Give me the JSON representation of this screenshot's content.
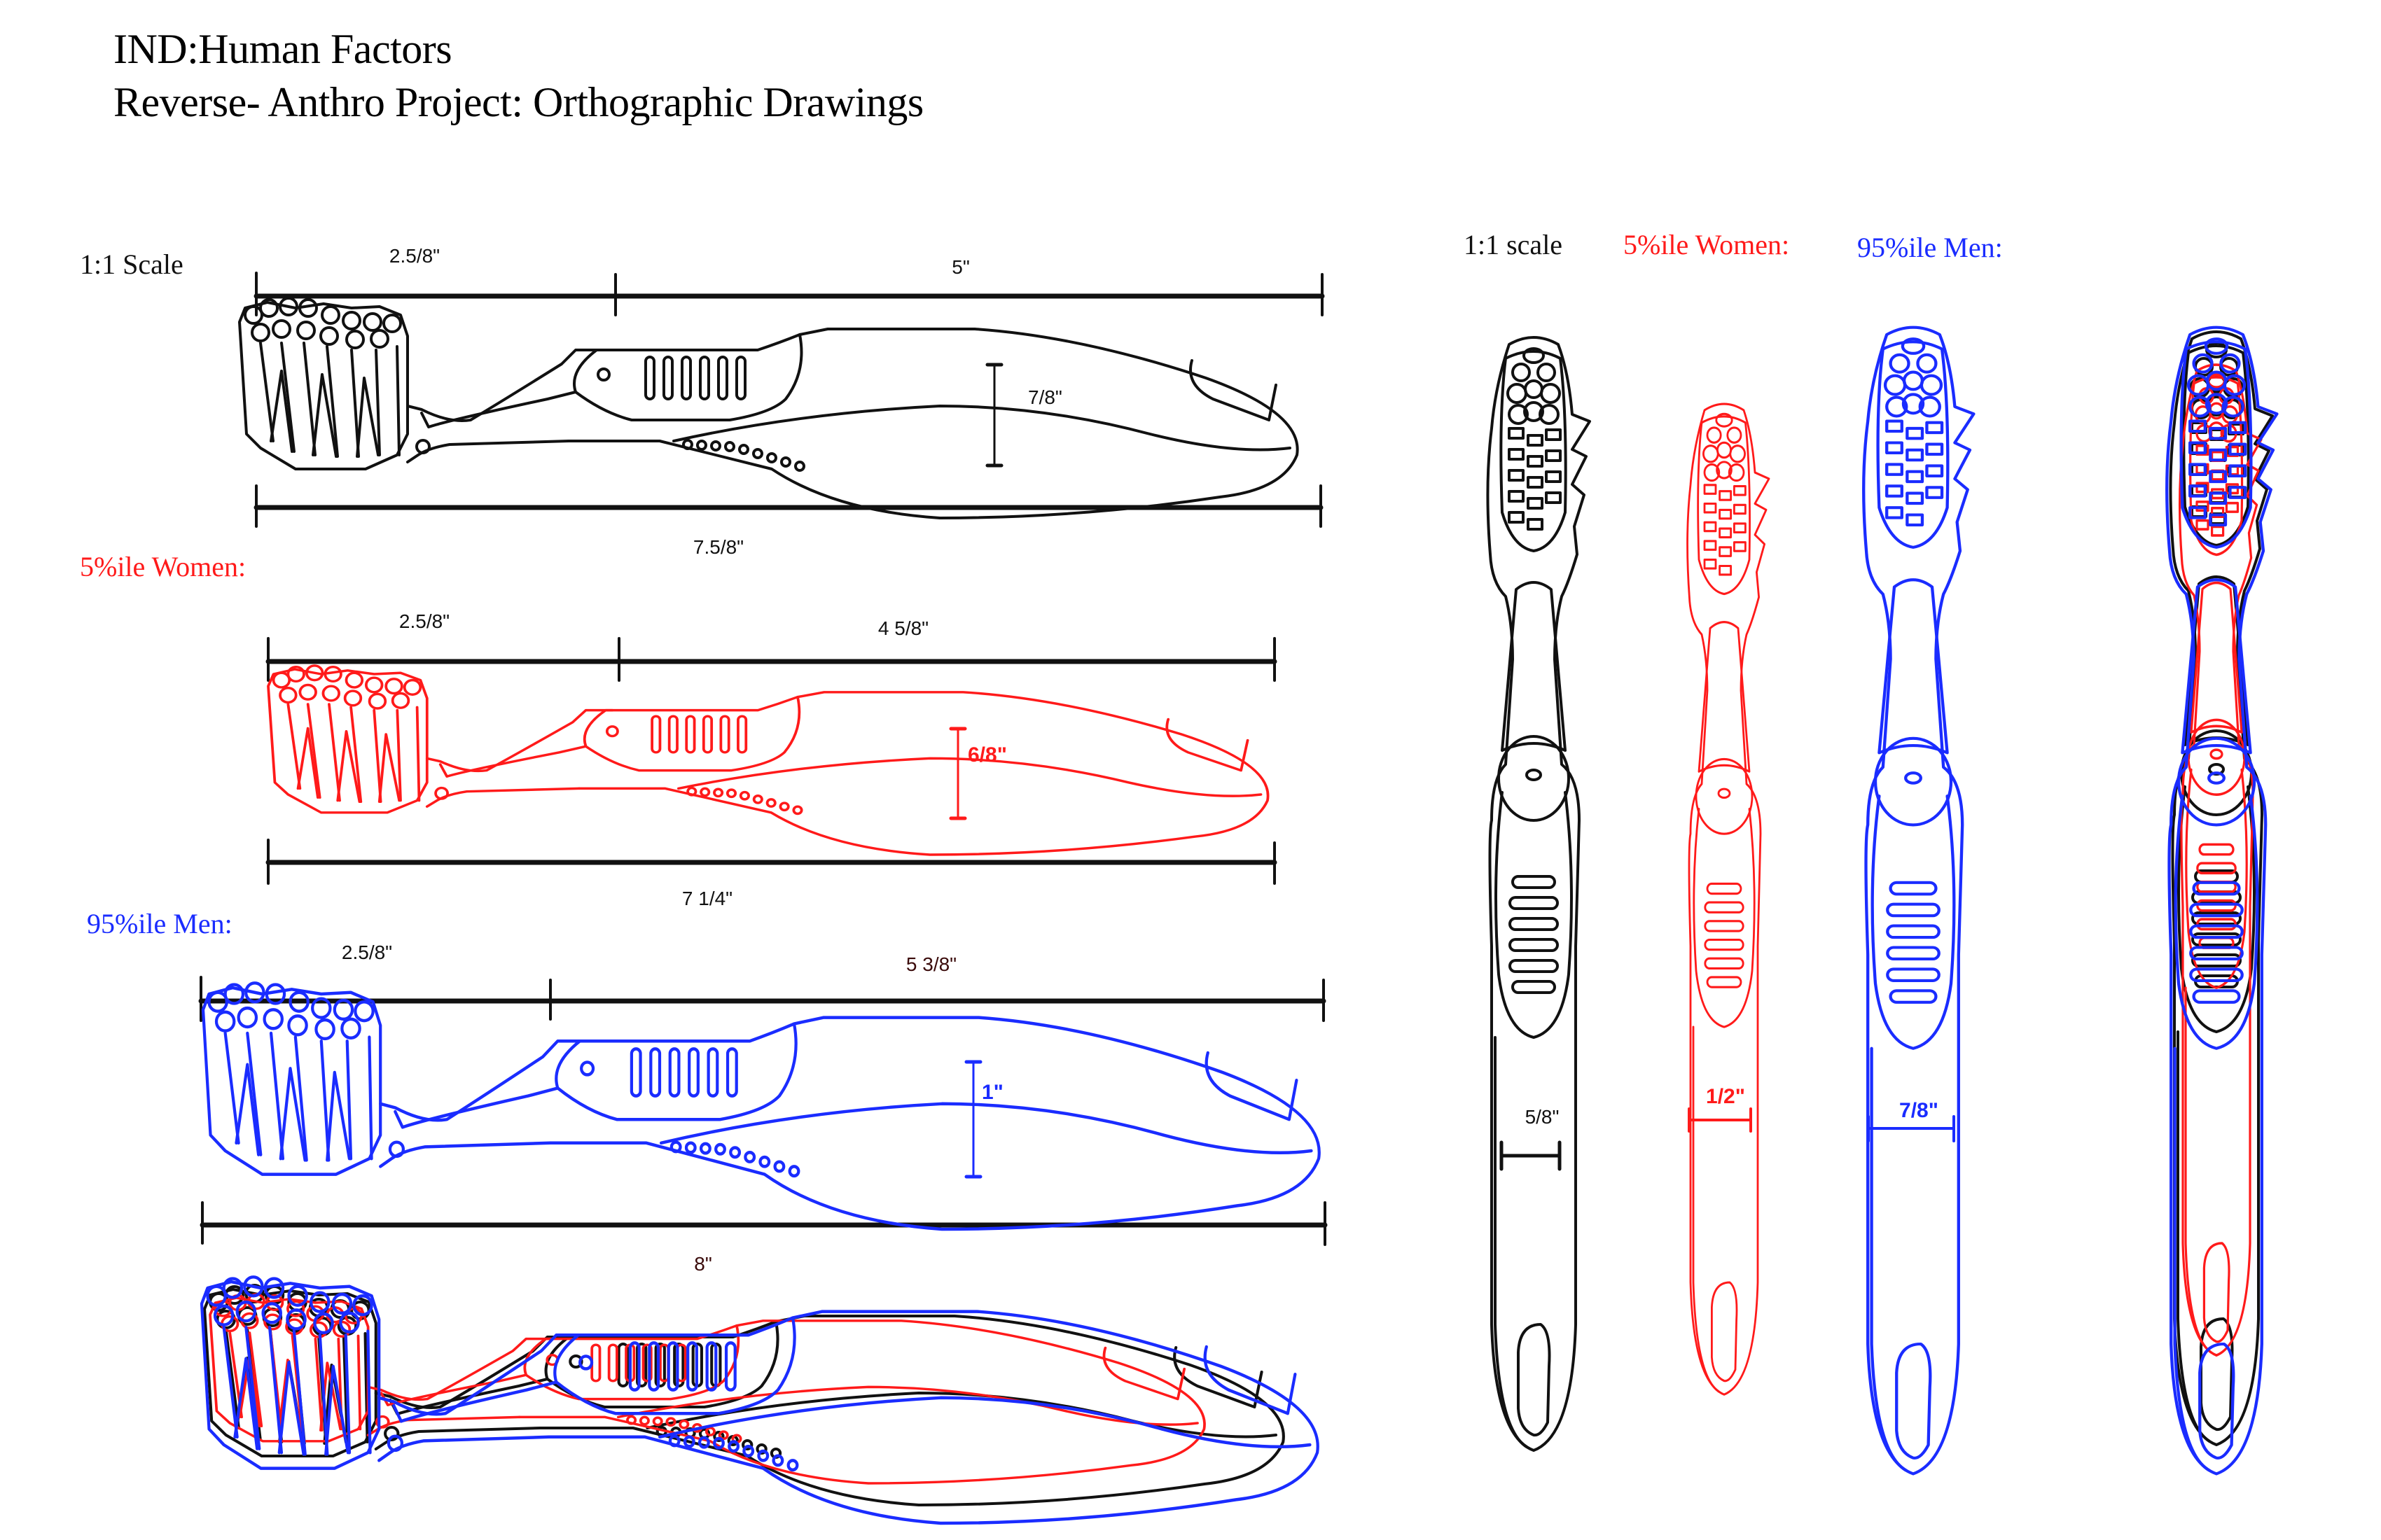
{
  "header": {
    "title_line1": "IND:Human Factors",
    "title_line2": "Reverse- Anthro Project: Orthographic Drawings"
  },
  "colors": {
    "baseline": "#111111",
    "women_5th": "#ff1a1a",
    "men_95th": "#1a2cff"
  },
  "side_views": {
    "baseline": {
      "scale_label": "1:1 Scale",
      "head_length": "2.5/8\"",
      "handle_length": "5\"",
      "grip_height": "7/8\"",
      "total_length": "7.5/8\""
    },
    "women": {
      "label": "5%ile Women:",
      "head_length": "2.5/8\"",
      "handle_length": "4 5/8\"",
      "grip_height": "6/8\"",
      "total_length": "7 1/4\""
    },
    "men": {
      "label": "95%ile Men:",
      "head_length": "2.5/8\"",
      "handle_length": "5 3/8\"",
      "grip_height": "1\"",
      "total_length": "8\""
    },
    "overlay_label": ""
  },
  "front_views": {
    "scale_label": "1:1 scale",
    "women_label": "5%ile Women:",
    "men_label": "95%ile Men:",
    "baseline_width": "5/8\"",
    "women_width": "1/2\"",
    "men_width": "7/8\""
  }
}
